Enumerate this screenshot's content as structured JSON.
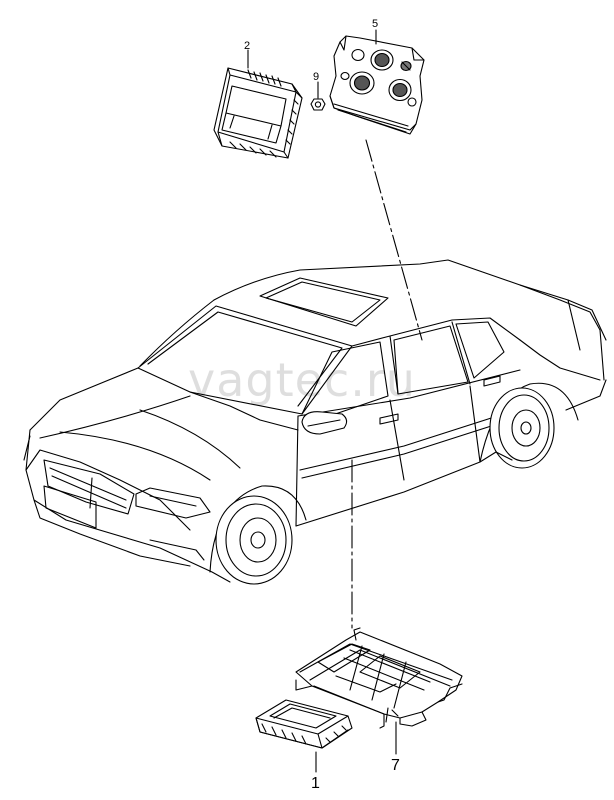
{
  "watermark": "vagtec.ru",
  "callouts": {
    "c1": "1",
    "c2": "2",
    "c5": "5",
    "c7": "7",
    "c9": "9"
  }
}
